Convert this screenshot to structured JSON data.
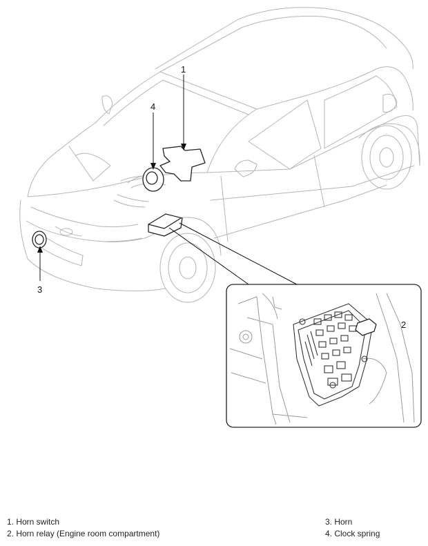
{
  "callouts": {
    "c1": "1",
    "c2": "2",
    "c3": "3",
    "c4": "4"
  },
  "legend": {
    "item1": "1. Horn switch",
    "item2": "2. Horn relay (Engine room compartment)",
    "item3": "3. Horn",
    "item4": "4. Clock spring"
  }
}
